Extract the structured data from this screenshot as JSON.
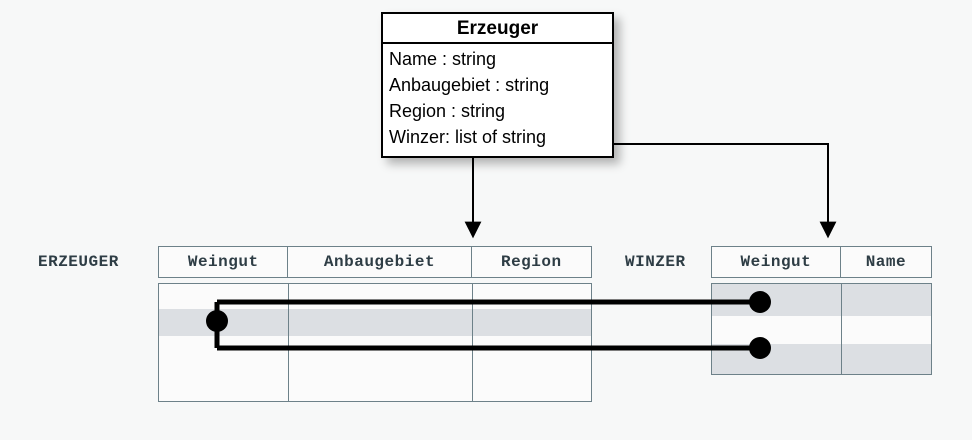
{
  "diagram": {
    "background_color": "#f7f8f8",
    "uml_class": {
      "title": "Erzeuger",
      "attributes": [
        "Name : string",
        "Anbaugebiet : string",
        "Region : string",
        "Winzer: list of string"
      ]
    },
    "tables": [
      {
        "name": "ERZEUGER",
        "columns": [
          "Weingut",
          "Anbaugebiet",
          "Region"
        ],
        "row_count": 4,
        "shaded_rows": [
          2
        ]
      },
      {
        "name": "WINZER",
        "columns": [
          "Weingut",
          "Name"
        ],
        "row_count": 3,
        "shaded_rows": [
          1,
          3
        ]
      }
    ],
    "colors": {
      "table_border": "#6d8189",
      "table_label": "#2e3d45",
      "row_shade": "#dcdfe3",
      "connector": "#000000",
      "box_border": "#000000"
    }
  }
}
